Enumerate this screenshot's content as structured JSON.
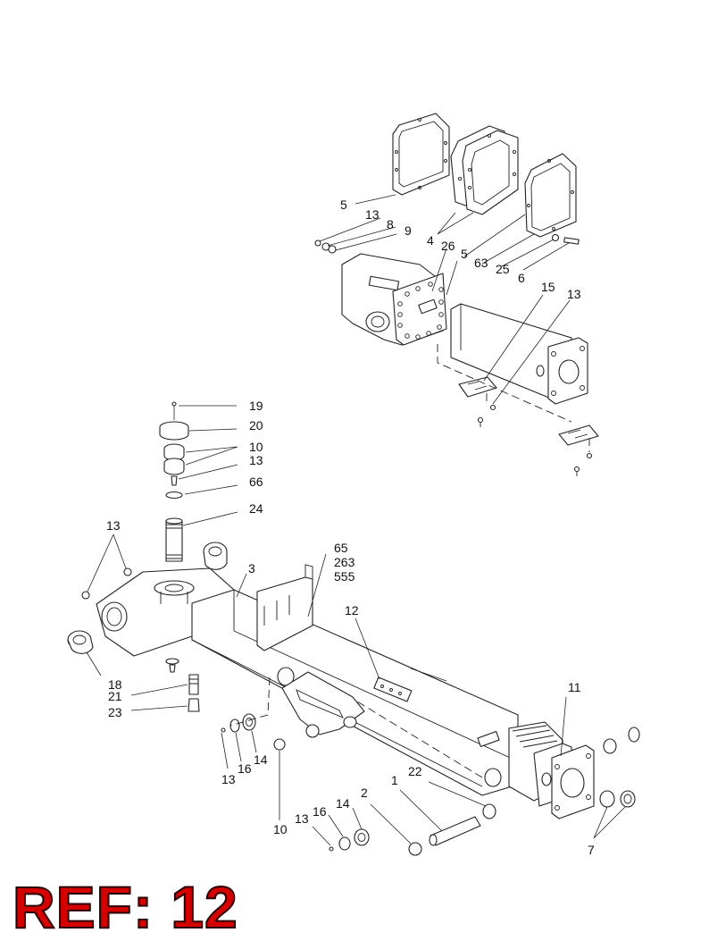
{
  "reference": {
    "text": "REF: 12",
    "color": "#d40000"
  },
  "callouts": {
    "c5a": "5",
    "c13a": "13",
    "c8": "8",
    "c9": "9",
    "c4": "4",
    "c26": "26",
    "c5b": "5",
    "c63": "63",
    "c25": "25",
    "c6": "6",
    "c15": "15",
    "c13b": "13",
    "c19": "19",
    "c20": "20",
    "c10a": "10",
    "c13c": "13",
    "c66": "66",
    "c24": "24",
    "c13d": "13",
    "c3": "3",
    "c65": "65",
    "c263": "263",
    "c555": "555",
    "c12": "12",
    "c18": "18",
    "c21": "21",
    "c23": "23",
    "c11": "11",
    "c13e": "13",
    "c16a": "16",
    "c14a": "14",
    "c10b": "10",
    "c13f": "13",
    "c16b": "16",
    "c14b": "14",
    "c2": "2",
    "c1": "1",
    "c22": "22",
    "c7": "7"
  }
}
